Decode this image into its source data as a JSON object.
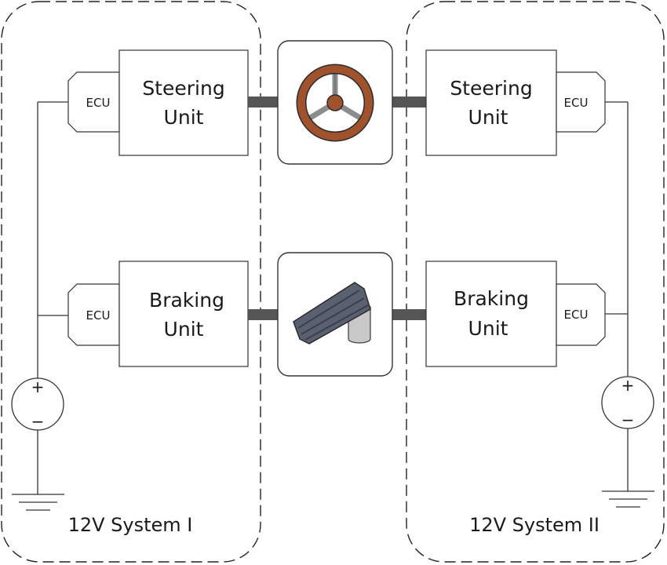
{
  "systems": {
    "left_label": "12V System I",
    "right_label": "12V System II"
  },
  "units": {
    "steering_left": [
      "Steering",
      "Unit"
    ],
    "braking_left": [
      "Braking",
      "Unit"
    ],
    "steering_right": [
      "Steering",
      "Unit"
    ],
    "braking_right": [
      "Braking",
      "Unit"
    ]
  },
  "ecu_label": "ECU",
  "battery": {
    "plus": "+",
    "minus": "−"
  },
  "icons": {
    "steering": "steering-wheel-icon",
    "brake": "brake-pedal-icon"
  },
  "colors": {
    "wheel_rim": "#a0522d",
    "wheel_hub": "#a0522d",
    "wheel_spoke": "#8c8c8c",
    "pedal_pad": "#5a6070",
    "pedal_base": "#c8c8c8",
    "shaft": "#555555"
  }
}
